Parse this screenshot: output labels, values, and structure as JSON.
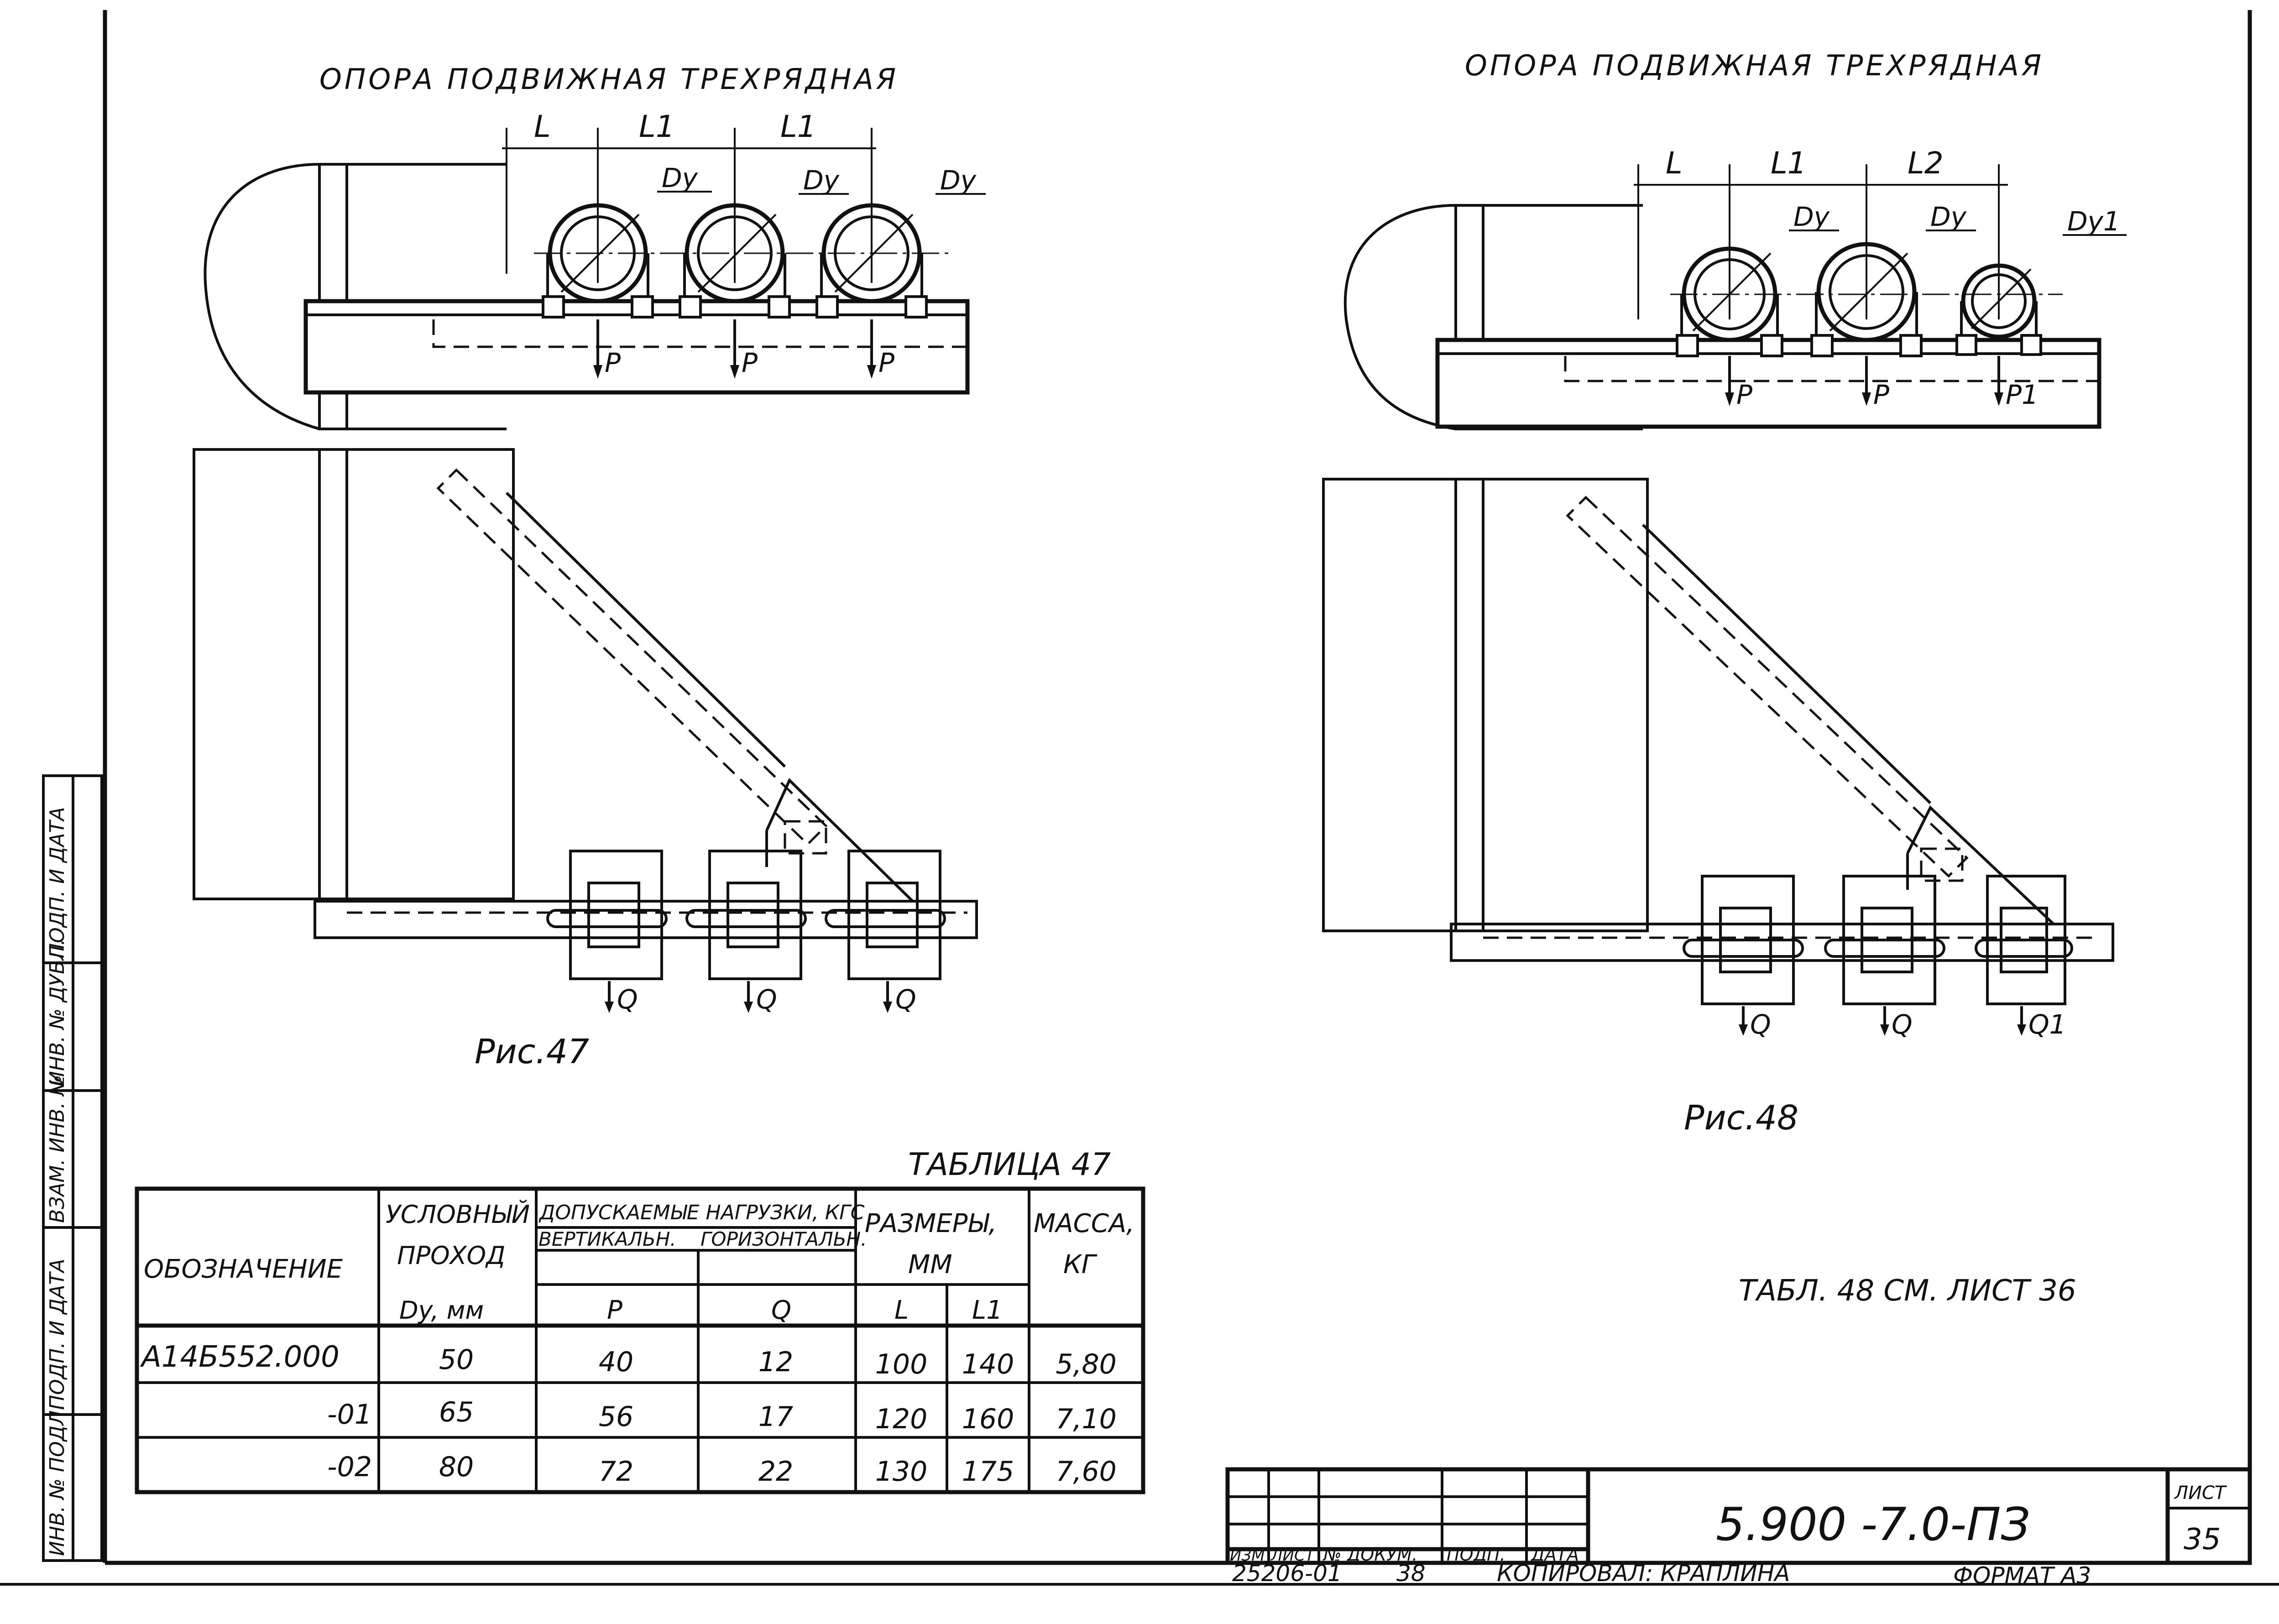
{
  "fig47": {
    "title": "ОПОРА ПОДВИЖНАЯ ТРЕХРЯДНАЯ",
    "dims": [
      "L",
      "L1",
      "L1"
    ],
    "pipes": [
      "Dy",
      "Dy",
      "Dy"
    ],
    "vertical_loads": [
      "P",
      "P",
      "P"
    ],
    "horizontal_loads": [
      "Q",
      "Q",
      "Q"
    ],
    "caption": "Рис.47"
  },
  "fig48": {
    "title": "ОПОРА ПОДВИЖНАЯ ТРЕХРЯДНАЯ",
    "dims": [
      "L",
      "L1",
      "L2"
    ],
    "pipes": [
      "Dy",
      "Dy",
      "Dy1"
    ],
    "vertical_loads": [
      "P",
      "P",
      "P1"
    ],
    "horizontal_loads": [
      "Q",
      "Q",
      "Q1"
    ],
    "caption": "Рис.48"
  },
  "table47": {
    "caption": "ТАБЛИЦА 47",
    "headers": {
      "designation": "ОБОЗНАЧЕНИЕ",
      "nominal_line1": "УСЛОВНЫЙ",
      "nominal_line2": "ПРОХОД",
      "nominal_line3": "Dy, мм",
      "loads_group": "ДОПУСКАЕМЫЕ НАГРУЗКИ, КГС",
      "vertical": "ВЕРТИКАЛЬН.",
      "horizontal": "ГОРИЗОНТАЛЬН.",
      "p": "P",
      "q": "Q",
      "sizes_line1": "РАЗМЕРЫ,",
      "sizes_line2": "ММ",
      "l": "L",
      "l1": "L1",
      "mass_line1": "МАССА,",
      "mass_line2": "КГ"
    },
    "rows": [
      {
        "designation": "А14Б552.000",
        "dy": "50",
        "p": "40",
        "q": "12",
        "l": "100",
        "l1": "140",
        "mass": "5,80"
      },
      {
        "designation": "-01",
        "dy": "65",
        "p": "56",
        "q": "17",
        "l": "120",
        "l1": "160",
        "mass": "7,10"
      },
      {
        "designation": "-02",
        "dy": "80",
        "p": "72",
        "q": "22",
        "l": "130",
        "l1": "175",
        "mass": "7,60"
      }
    ]
  },
  "table48_note": "ТАБЛ. 48 СМ. ЛИСТ 36",
  "title_block": {
    "doc_number": "5.900 -7.0-ПЗ",
    "sheet_label": "ЛИСТ",
    "sheet_number": "35",
    "columns": [
      "ИЗМ",
      "ЛИСТ",
      "№ ДОКУМ.",
      "ПОДП.",
      "ДАТА"
    ],
    "archive_code": "25206-01",
    "archive_num": "38",
    "copied_by": "КОПИРОВАЛ: КРАПЛИНА",
    "format": "ФОРМАТ А3"
  },
  "side_stamp": [
    "ИНВ. № ПОДЛ.",
    "ПОДП. И ДАТА",
    "ВЗАМ. ИНВ. №",
    "ИНВ. № ДУБЛ.",
    "ПОДП. И ДАТА"
  ]
}
